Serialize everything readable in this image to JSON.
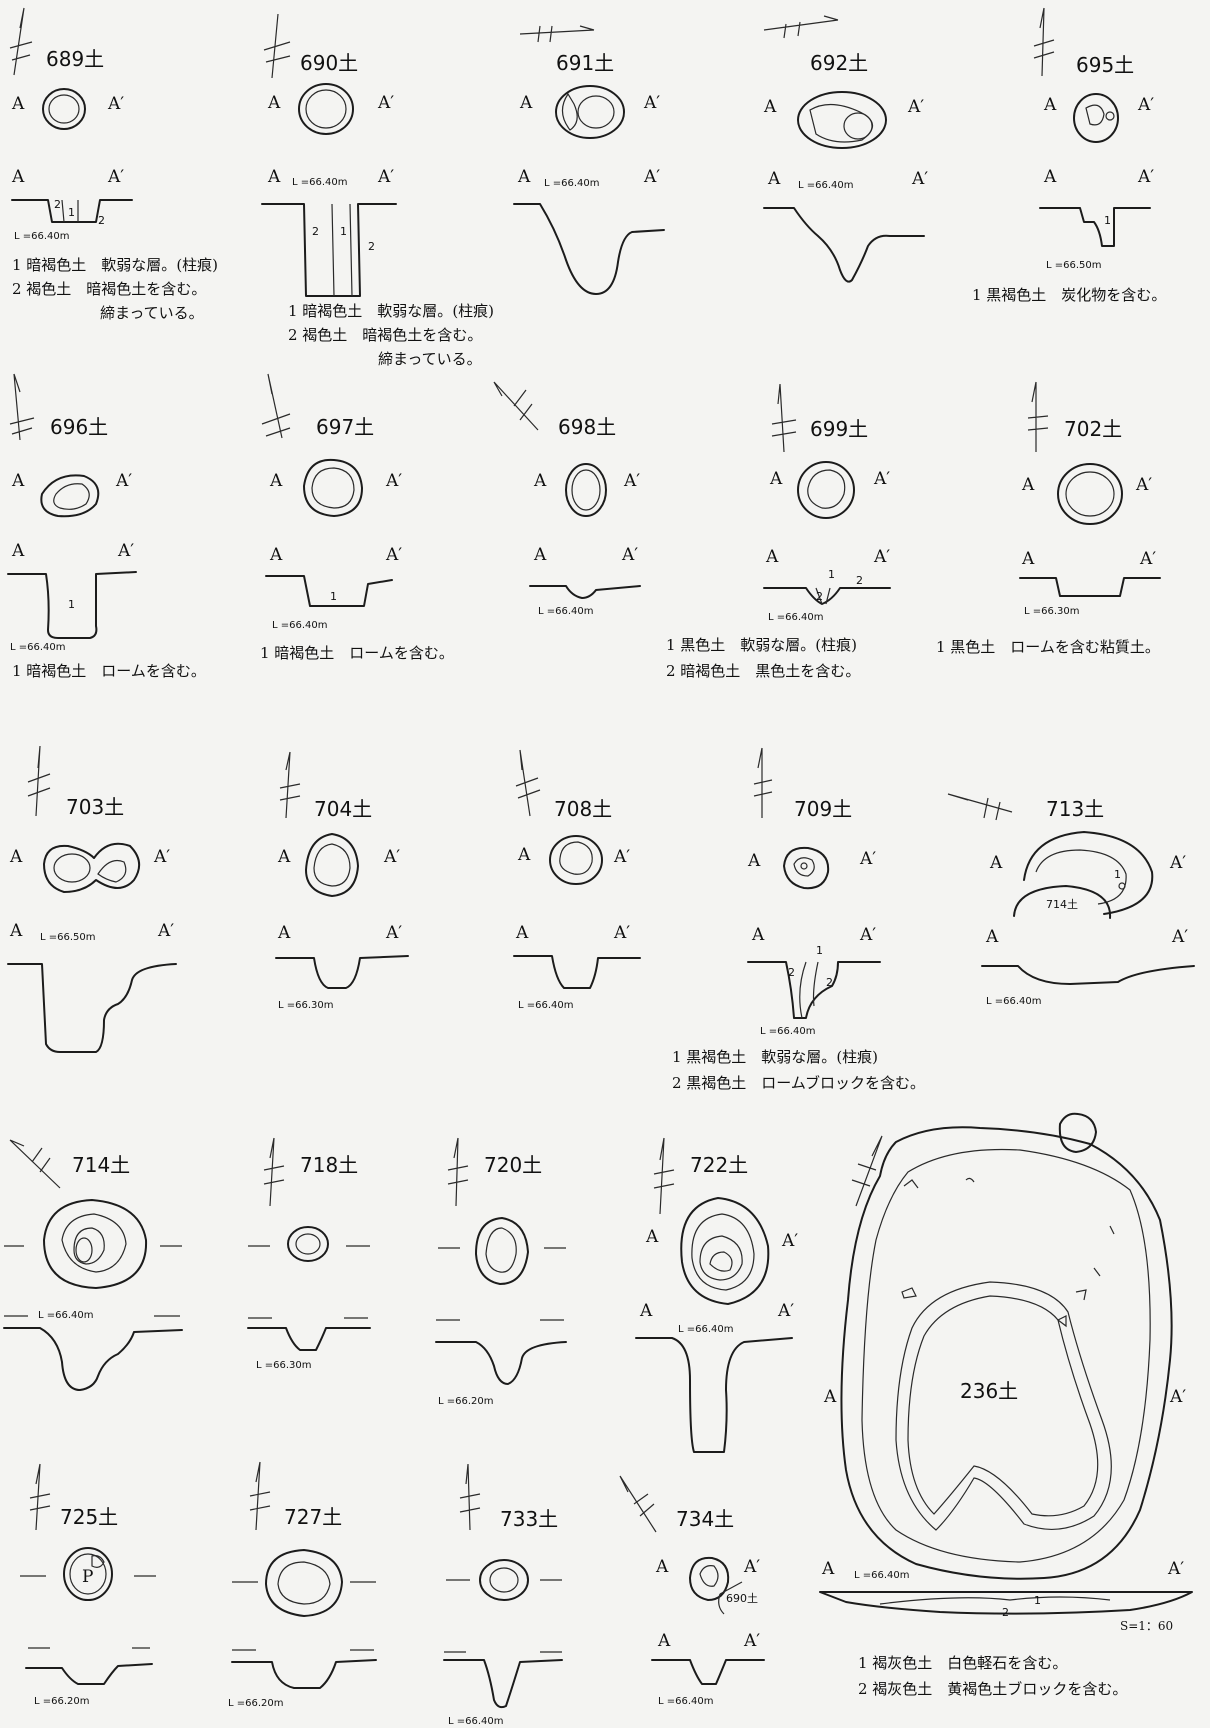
{
  "a_label": "A",
  "a_prime_label": "A′",
  "pits": {
    "p689": {
      "title": "689土",
      "level": "L =66.40m",
      "layers": [
        "1",
        "2",
        "2"
      ],
      "notes": [
        "1 暗褐色土　軟弱な層。(柱痕)",
        "2 褐色土　暗褐色土を含む。",
        "締まっている。"
      ]
    },
    "p690": {
      "title": "690土",
      "level": "L =66.40m",
      "layers": [
        "1",
        "2",
        "2"
      ],
      "notes": [
        "1 暗褐色土　軟弱な層。(柱痕)",
        "2 褐色土　暗褐色土を含む。",
        "締まっている。"
      ]
    },
    "p691": {
      "title": "691土",
      "level": "L =66.40m"
    },
    "p692": {
      "title": "692土",
      "level": "L =66.40m"
    },
    "p695": {
      "title": "695土",
      "level": "L =66.50m",
      "layers": [
        "1"
      ],
      "notes": [
        "1 黒褐色土　炭化物を含む。"
      ]
    },
    "p696": {
      "title": "696土",
      "level": "L =66.40m",
      "layers": [
        "1"
      ],
      "notes": [
        "1 暗褐色土　ロームを含む。"
      ]
    },
    "p697": {
      "title": "697土",
      "level": "L =66.40m",
      "layers": [
        "1"
      ],
      "notes": [
        "1 暗褐色土　ロームを含む。"
      ]
    },
    "p698": {
      "title": "698土",
      "level": "L =66.40m"
    },
    "p699": {
      "title": "699土",
      "level": "L =66.40m",
      "layers": [
        "1",
        "2",
        "2"
      ],
      "notes": [
        "1 黒色土　軟弱な層。(柱痕)",
        "2 暗褐色土　黒色土を含む。"
      ]
    },
    "p702": {
      "title": "702土",
      "level": "L =66.30m",
      "notes": [
        "1 黒色土　ロームを含む粘質土。"
      ]
    },
    "p703": {
      "title": "703土",
      "level": "L =66.50m"
    },
    "p704": {
      "title": "704土",
      "level": "L =66.30m"
    },
    "p708": {
      "title": "708土",
      "level": "L =66.40m"
    },
    "p709": {
      "title": "709土",
      "level": "L =66.40m",
      "layers": [
        "1",
        "2",
        "2"
      ],
      "notes": [
        "1 黒褐色土　軟弱な層。(柱痕)",
        "2 黒褐色土　ロームブロックを含む。"
      ]
    },
    "p713": {
      "title": "713土",
      "level": "L =66.40m",
      "layers": [
        "1"
      ],
      "overlap": "714土"
    },
    "p714": {
      "title": "714土",
      "level": "L =66.40m"
    },
    "p718": {
      "title": "718土",
      "level": "L =66.30m"
    },
    "p720": {
      "title": "720土",
      "level": "L =66.20m"
    },
    "p722": {
      "title": "722土",
      "level": "L =66.40m"
    },
    "p725": {
      "title": "725土",
      "level": "L =66.20m",
      "mark": "P"
    },
    "p727": {
      "title": "727土",
      "level": "L =66.20m"
    },
    "p733": {
      "title": "733土",
      "level": "L =66.40m"
    },
    "p734": {
      "title": "734土",
      "level": "L =66.40m",
      "overlap": "690土"
    },
    "p236": {
      "title": "236土",
      "level": "L =66.40m",
      "layers": [
        "1",
        "2"
      ],
      "scale": "S=1：60",
      "notes": [
        "1 褐灰色土　白色軽石を含む。",
        "2 褐灰色土　黄褐色土ブロックを含む。"
      ]
    }
  }
}
